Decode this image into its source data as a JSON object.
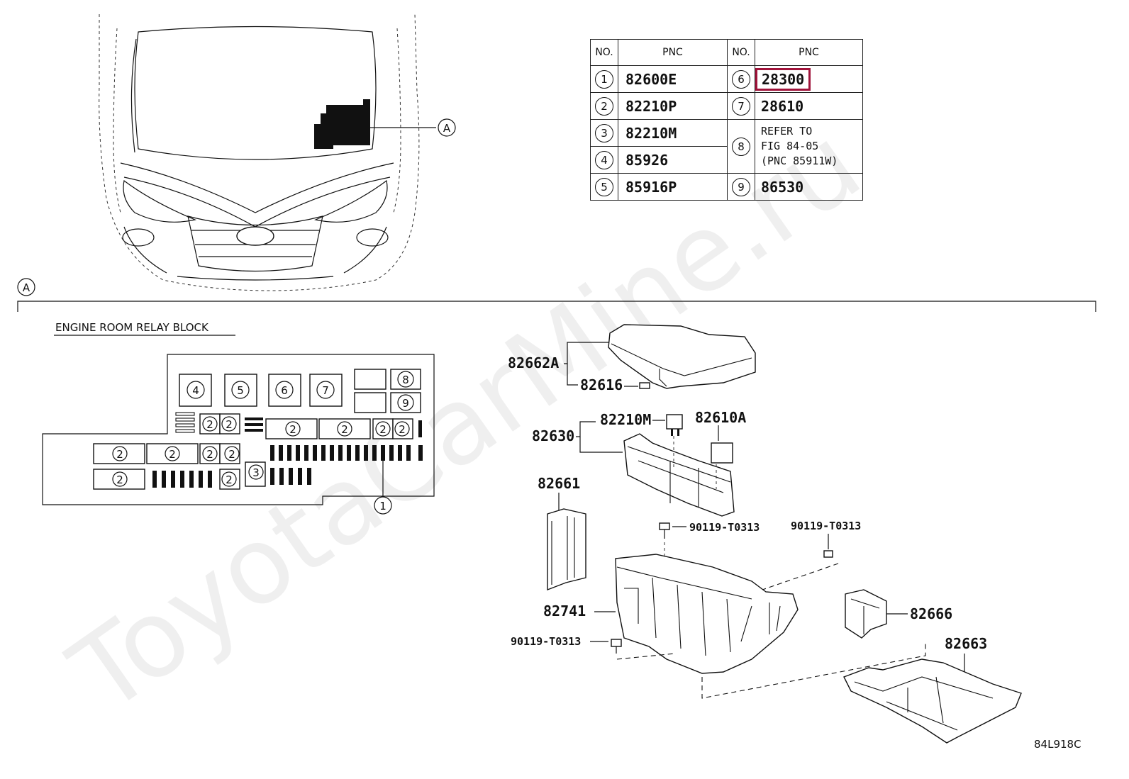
{
  "table": {
    "headers": [
      "NO.",
      "PNC",
      "NO.",
      "PNC"
    ],
    "rows": [
      {
        "no1": "1",
        "pnc1": "82600E",
        "no2": "6",
        "pnc2": "28300"
      },
      {
        "no1": "2",
        "pnc1": "82210P",
        "no2": "7",
        "pnc2": "28610"
      },
      {
        "no1": "3",
        "pnc1": "82210M",
        "no2": "8",
        "pnc2": "REFER TO\nFIG 84-05\n(PNC 85911W)"
      },
      {
        "no1": "4",
        "pnc1": "85926"
      },
      {
        "no1": "5",
        "pnc1": "85916P",
        "no2": "9",
        "pnc2": "86530"
      }
    ],
    "highlighted_pnc": "28300",
    "highlight_color": "#a0133a"
  },
  "callouts": {
    "view_a_marker": "A",
    "section_a_marker": "A",
    "relay_block_title": "ENGINE ROOM RELAY BLOCK"
  },
  "relay_block": {
    "top_row": [
      "4",
      "5",
      "6",
      "7"
    ],
    "right_stack": [
      "8",
      "9"
    ],
    "pointer": "1",
    "small_label_3": "3",
    "small_label_2": "2"
  },
  "part_labels": {
    "p82662A": "82662A",
    "p82616": "82616",
    "p82210M": "82210M",
    "p82610A": "82610A",
    "p82630": "82630",
    "p82661": "82661",
    "p90119_a": "90119-T0313",
    "p90119_b": "90119-T0313",
    "p82741": "82741",
    "p90119_c": "90119-T0313",
    "p82666": "82666",
    "p82663": "82663"
  },
  "figure_id": "84L918C",
  "watermark": "ToyotaCarMine.ru"
}
